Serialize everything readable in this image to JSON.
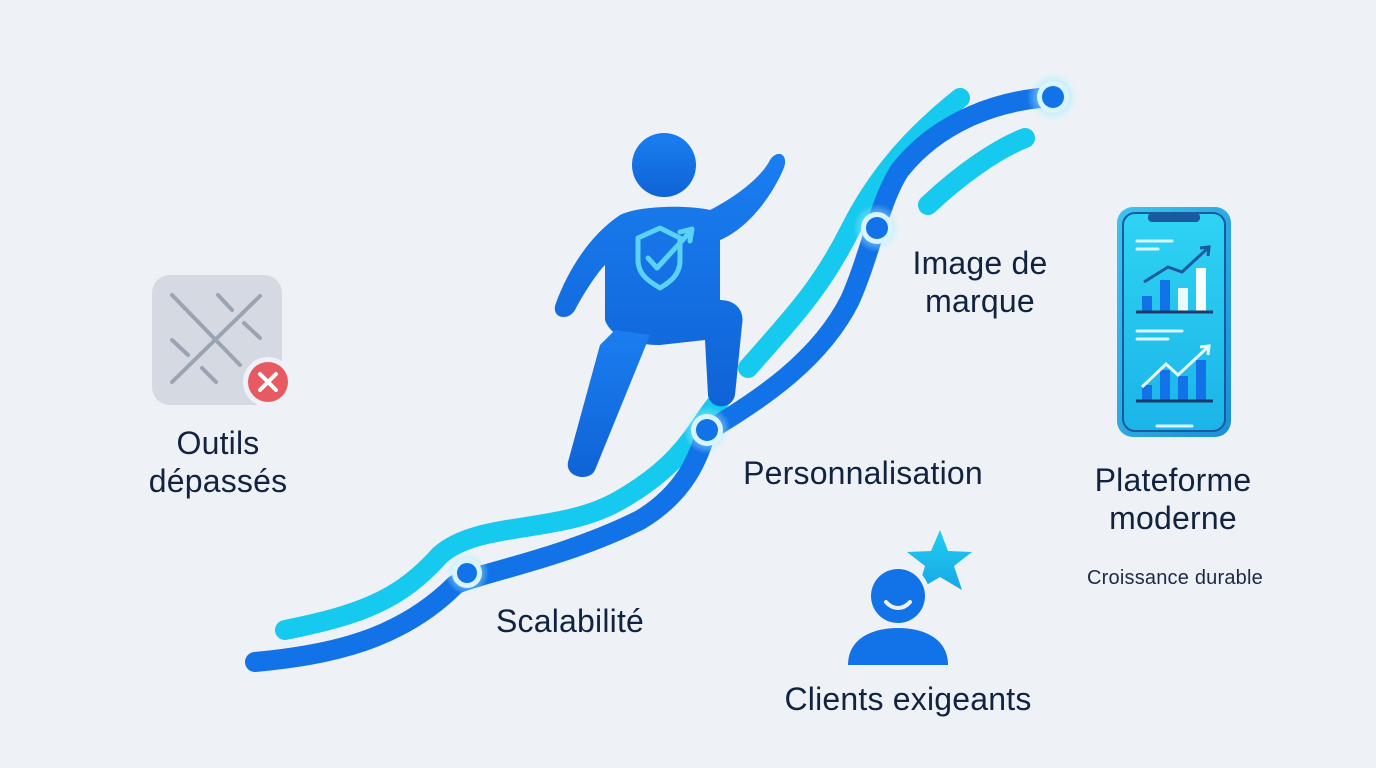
{
  "colors": {
    "background": "#eef2f7",
    "primary_blue": "#1273e8",
    "cyan": "#16c9ee",
    "text": "#12233f",
    "error_red": "#e85a62",
    "obsolete_gray": "#d5dae2"
  },
  "outdated_tools": {
    "icon": "obsolete-tools-icon",
    "badge_icon": "close-x-icon",
    "label_line1": "Outils",
    "label_line2": "dépassés"
  },
  "climber": {
    "icon": "climbing-person-icon",
    "emblem_icon": "shield-check-arrow-icon"
  },
  "milestones": [
    {
      "label": "Scalabilité",
      "icon": "milestone-node"
    },
    {
      "label": "Personnalisation",
      "icon": "milestone-node"
    },
    {
      "label_line1": "Image de",
      "label_line2": "marque",
      "icon": "milestone-node"
    },
    {
      "icon": "milestone-node-end"
    }
  ],
  "demanding_clients": {
    "icon": "satisfied-client-star-icon",
    "label": "Clients exigeants"
  },
  "modern_platform": {
    "icon": "smartphone-growth-chart-icon",
    "label_line1": "Plateforme",
    "label_line2": "moderne",
    "subtitle": "Croissance durable"
  }
}
